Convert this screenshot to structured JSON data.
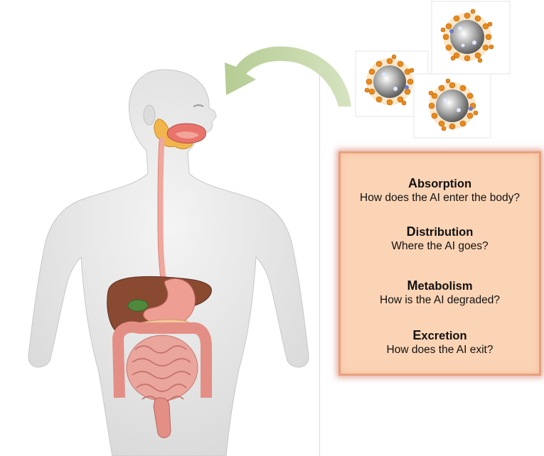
{
  "adme": {
    "absorption": {
      "initial": "A",
      "rest": "bsorption",
      "question": "How does the AI enter the body?"
    },
    "distribution": {
      "initial": "D",
      "rest": "istribution",
      "question": "Where the AI goes?"
    },
    "metabolism": {
      "initial": "M",
      "rest": "etabolism",
      "question": "How is the AI degraded?"
    },
    "excretion": {
      "initial": "E",
      "rest": "xcretion",
      "question": "How does the AI exit?"
    }
  },
  "colors": {
    "box_fill": "#fbd4b5",
    "box_border": "#e8a07f",
    "arrow": "#b9cf9a",
    "body": "#e6e6e6",
    "liver": "#8a4a32",
    "intestine": "#e89a92",
    "esophagus": "#f0a79c",
    "salivary_glands": "#f2b54c"
  },
  "icons": [
    "human-body-digestive-system",
    "curved-arrow",
    "nanoparticle-structure"
  ]
}
